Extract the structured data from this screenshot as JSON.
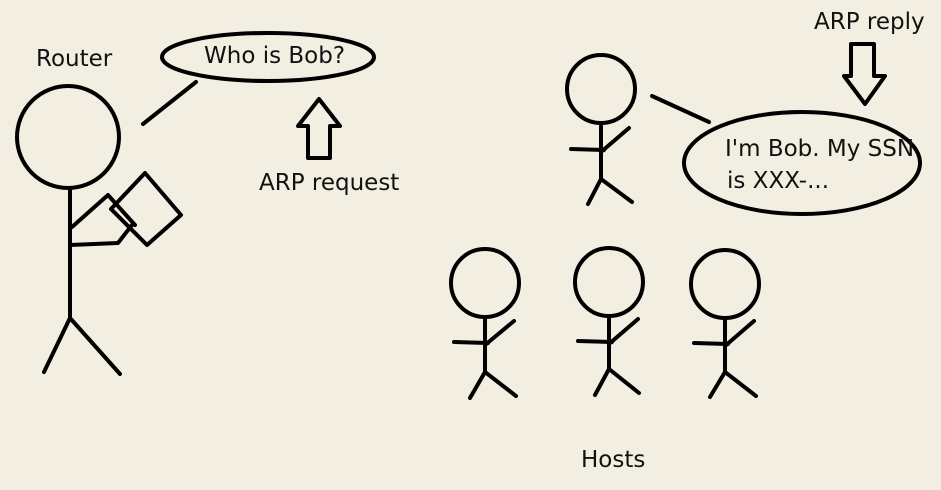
{
  "router": {
    "label": "Router"
  },
  "request": {
    "bubble_text": "Who is Bob?",
    "label": "ARP request"
  },
  "reply": {
    "label": "ARP reply",
    "bubble_line1": "I'm Bob. My SSN",
    "bubble_line2": "is XXX-..."
  },
  "hosts": {
    "label": "Hosts"
  },
  "colors": {
    "background": "#f2eee1",
    "ink": "#000000"
  }
}
